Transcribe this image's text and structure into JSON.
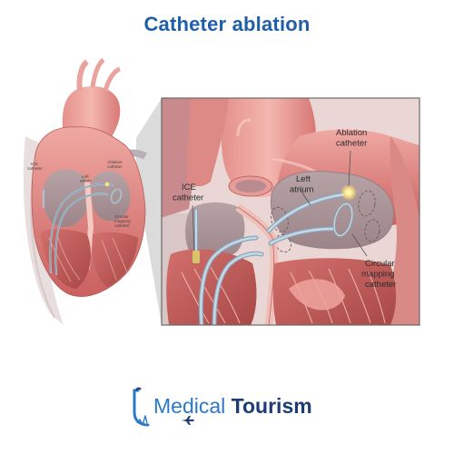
{
  "title": "Catheter ablation",
  "small_heart_labels": {
    "ice": [
      "ICE",
      "catheter"
    ],
    "ablation": [
      "Ablation",
      "catheter"
    ],
    "left_atrium": [
      "Left",
      "atrium"
    ],
    "circular": [
      "Circular",
      "mapping",
      "catheter"
    ]
  },
  "inset_labels": {
    "ablation": [
      "Ablation",
      "catheter"
    ],
    "left_atrium": [
      "Left",
      "atrium"
    ],
    "ice": [
      "ICE",
      "catheter"
    ],
    "circular": [
      "Circular",
      "mapping",
      "catheter"
    ]
  },
  "brand": {
    "word1": "Medical",
    "word2": "Tourism"
  },
  "colors": {
    "title": "#1f5ea8",
    "brand_light": "#2b78c9",
    "brand_dark": "#1d3c74",
    "tissue": "#d9787a",
    "catheter": "#9fb8cc"
  }
}
